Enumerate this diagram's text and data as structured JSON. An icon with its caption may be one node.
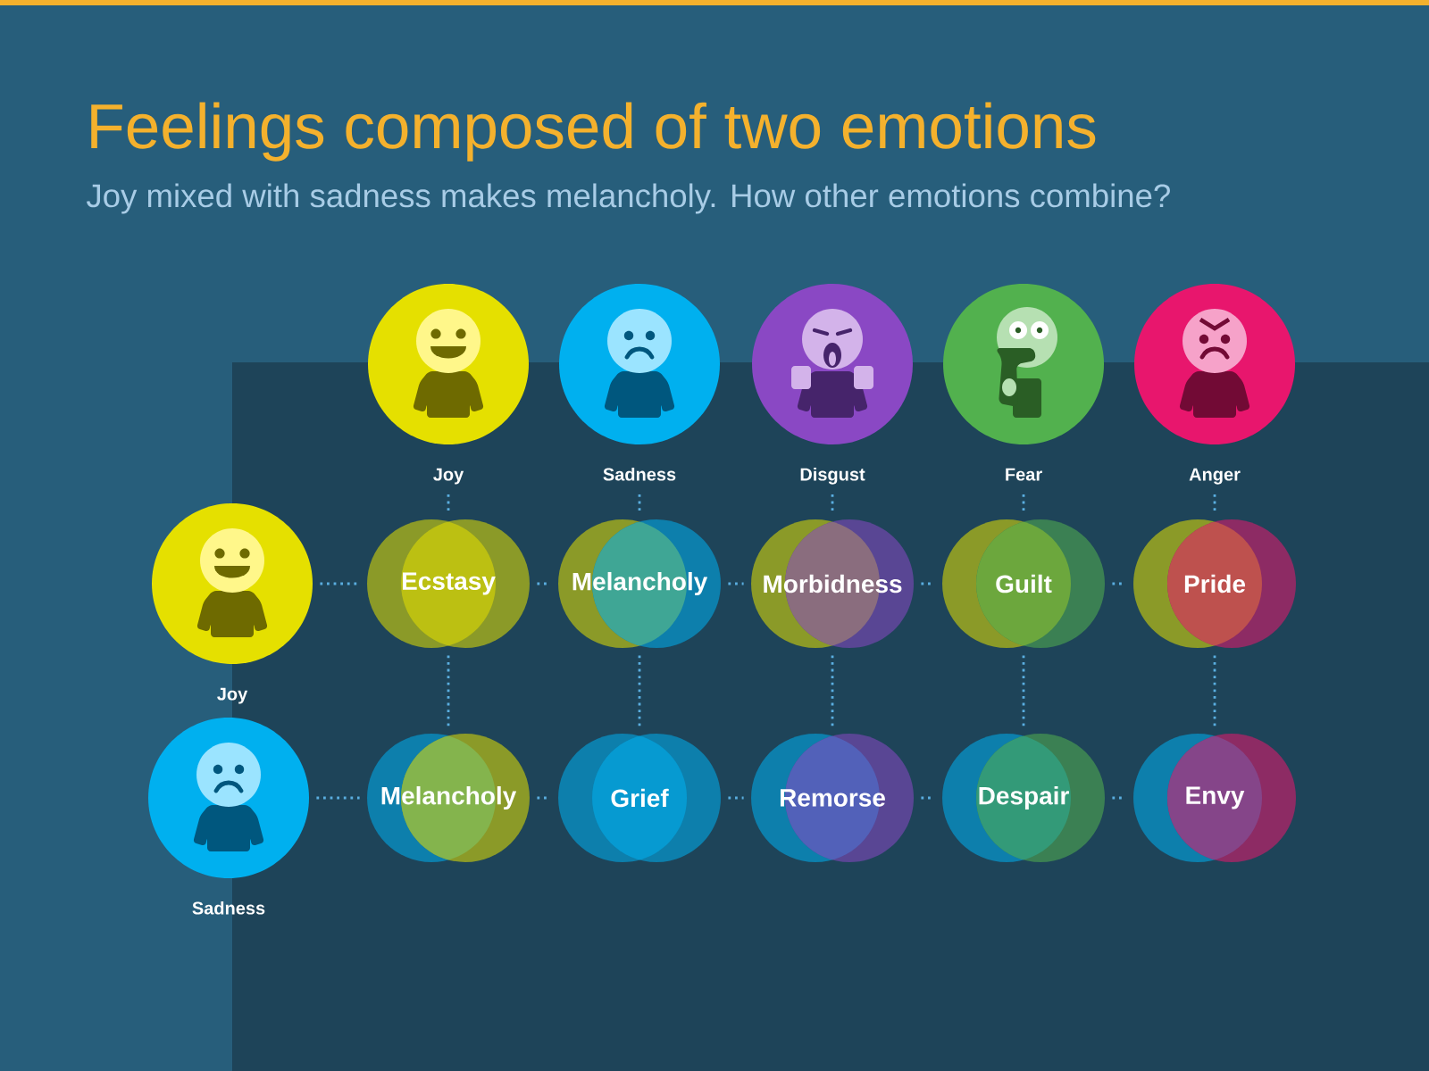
{
  "diagram": {
    "title": "Feelings composed of two emotions",
    "nodes": [
      {
        "text": [
          "Joy"
        ]
      },
      {
        "text": [
          "Sadness"
        ]
      },
      {
        "text": [
          "Disgust"
        ]
      },
      {
        "text": [
          "Fear"
        ]
      },
      {
        "text": [
          "Anger"
        ]
      },
      {
        "text": [
          "Joy"
        ]
      },
      {
        "text": [
          "Ecstasy"
        ]
      },
      {
        "text": [
          "Melancholy"
        ]
      },
      {
        "text": [
          "Morbidness"
        ]
      },
      {
        "text": [
          "Guilt"
        ]
      },
      {
        "text": [
          "Pride"
        ]
      },
      {
        "text": [
          "Sadness"
        ]
      },
      {
        "text": [
          "Melancholy"
        ]
      },
      {
        "text": [
          "Grief"
        ]
      },
      {
        "text": [
          "Remorse"
        ]
      },
      {
        "text": [
          "Despair"
        ]
      },
      {
        "text": [
          "Envy"
        ]
      }
    ],
    "edges": [
      {
        "from": 5,
        "to": 6,
        "arrow": "none"
      },
      {
        "from": 6,
        "to": 7,
        "arrow": "none"
      },
      {
        "from": 7,
        "to": 8,
        "arrow": "none"
      },
      {
        "from": 8,
        "to": 9,
        "arrow": "none"
      },
      {
        "from": 9,
        "to": 10,
        "arrow": "none"
      },
      {
        "from": 11,
        "to": 12,
        "arrow": "none"
      },
      {
        "from": 12,
        "to": 13,
        "arrow": "none"
      },
      {
        "from": 13,
        "to": 14,
        "arrow": "none"
      },
      {
        "from": 14,
        "to": 15,
        "arrow": "none"
      },
      {
        "from": 15,
        "to": 16,
        "arrow": "none"
      },
      {
        "from": 0,
        "to": 6,
        "arrow": "none"
      },
      {
        "from": 6,
        "to": 12,
        "arrow": "none"
      },
      {
        "from": 1,
        "to": 7,
        "arrow": "none"
      },
      {
        "from": 7,
        "to": 13,
        "arrow": "none"
      },
      {
        "from": 2,
        "to": 8,
        "arrow": "none"
      },
      {
        "from": 8,
        "to": 14,
        "arrow": "none"
      },
      {
        "from": 3,
        "to": 9,
        "arrow": "none"
      },
      {
        "from": 9,
        "to": 15,
        "arrow": "none"
      },
      {
        "from": 4,
        "to": 10,
        "arrow": "none"
      },
      {
        "from": 10,
        "to": 16,
        "arrow": "none"
      }
    ],
    "labels": [
      "Joy mixed with sadness makes melancholy. How other emotions combine?"
    ]
  }
}
